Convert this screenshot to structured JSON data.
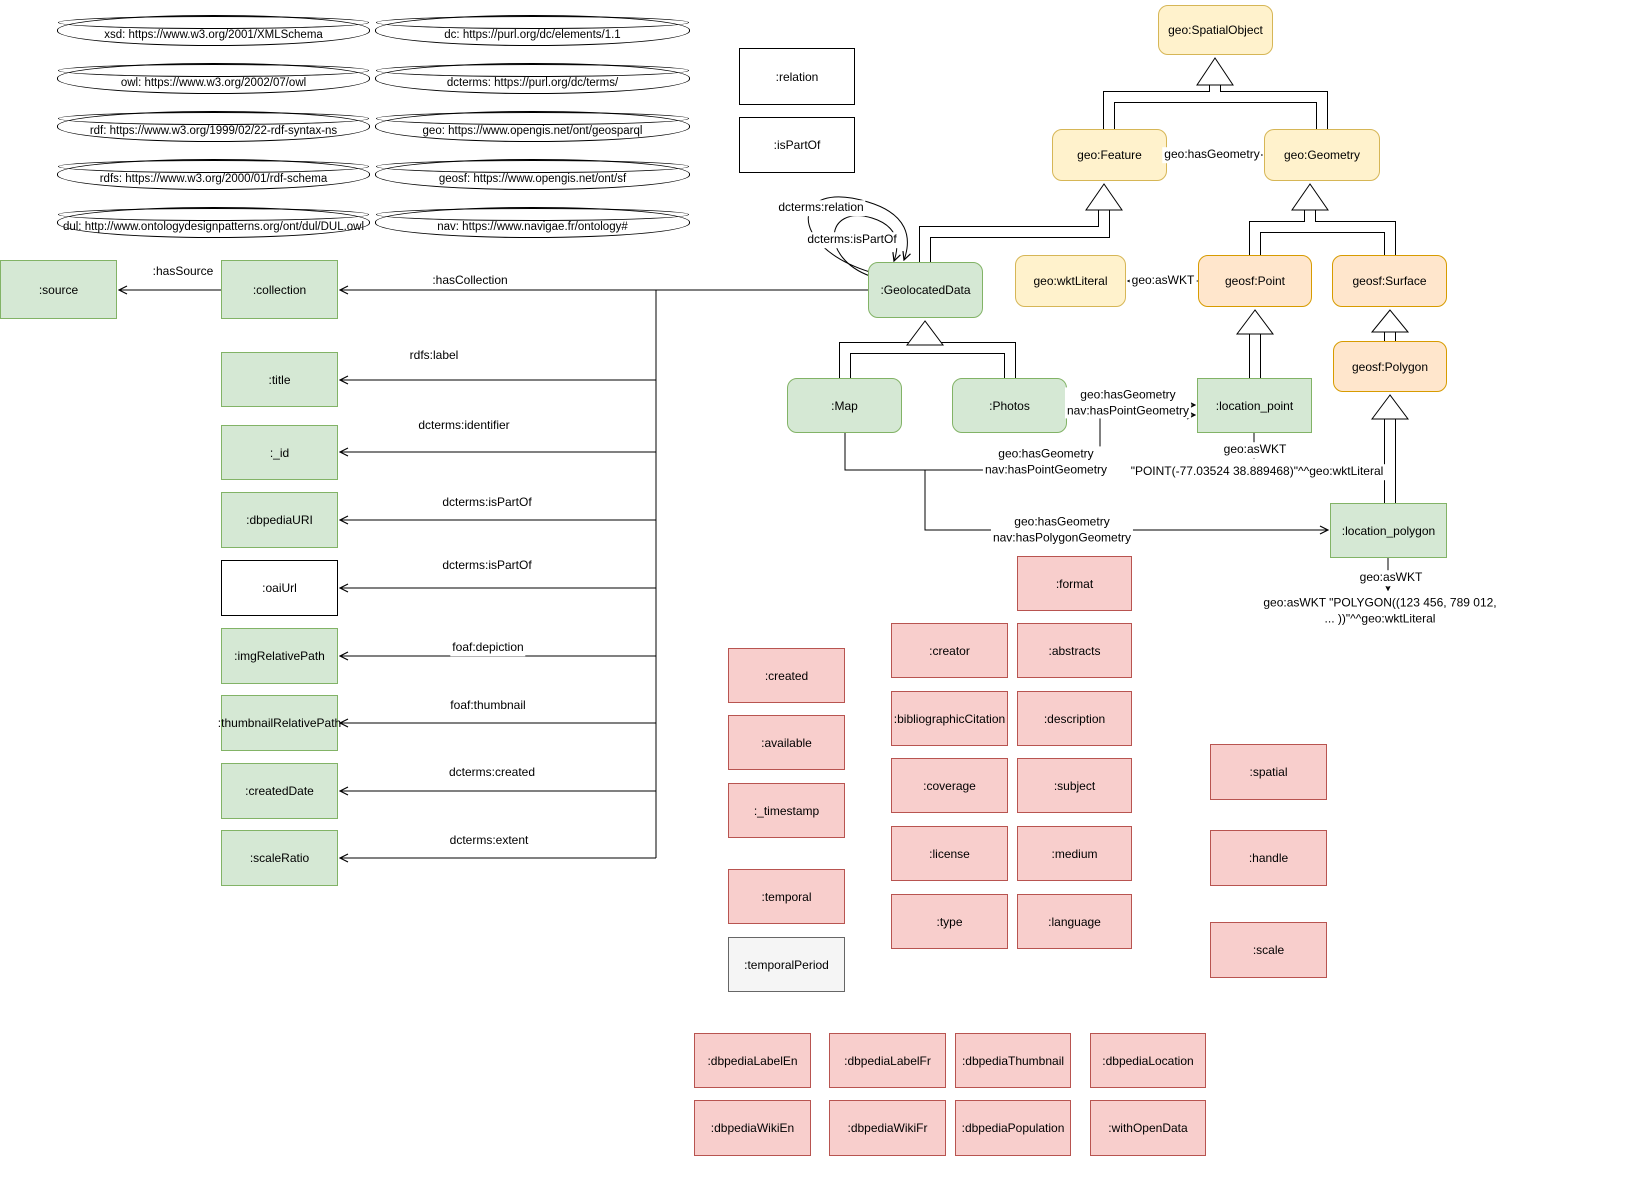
{
  "namespaces": {
    "col1": [
      "xsd: https://www.w3.org/2001/XMLSchema",
      "owl: https://www.w3.org/2002/07/owl",
      "rdf: https://www.w3.org/1999/02/22-rdf-syntax-ns",
      "rdfs: https://www.w3.org/2000/01/rdf-schema",
      "dul: http://www.ontologydesignpatterns.org/ont/dul/DUL.owl"
    ],
    "col2": [
      "dc: https://purl.org/dc/elements/1.1",
      "dcterms: https://purl.org/dc/terms/",
      "geo: https://www.opengis.net/ont/geosparql",
      "geosf: https://www.opengis.net/ont/sf",
      "nav: https://www.navigae.fr/ontology#"
    ]
  },
  "nodes": {
    "relation": ":relation",
    "isPartOf": ":isPartOf",
    "spatialObject": "geo:SpatialObject",
    "feature": "geo:Feature",
    "geometry": "geo:Geometry",
    "wktLiteral": "geo:wktLiteral",
    "point": "geosf:Point",
    "surface": "geosf:Surface",
    "polygon": "geosf:Polygon",
    "source": ":source",
    "collection": ":collection",
    "title": ":title",
    "id": ":_id",
    "dbpediaURI": ":dbpediaURI",
    "oaiUrl": ":oaiUrl",
    "imgRelativePath": ":imgRelativePath",
    "thumbnailRelativePath": ":thumbnailRelativePath",
    "createdDate": ":createdDate",
    "scaleRatio": ":scaleRatio",
    "geolocatedData": ":GeolocatedData",
    "map": ":Map",
    "photos": ":Photos",
    "locationPoint": ":location_point",
    "locationPolygon": ":location_polygon",
    "created": ":created",
    "available": ":available",
    "timestamp": ":_timestamp",
    "temporal": ":temporal",
    "temporalPeriod": ":temporalPeriod",
    "creator": ":creator",
    "bibliographicCitation": ":bibliographicCitation",
    "coverage": ":coverage",
    "license": ":license",
    "type": ":type",
    "format": ":format",
    "abstracts": ":abstracts",
    "description": ":description",
    "subject": ":subject",
    "medium": ":medium",
    "language": ":language",
    "spatial": ":spatial",
    "handle": ":handle",
    "scale": ":scale",
    "dbpediaLabelEn": ":dbpediaLabelEn",
    "dbpediaLabelFr": ":dbpediaLabelFr",
    "dbpediaThumbnail": ":dbpediaThumbnail",
    "dbpediaLocation": ":dbpediaLocation",
    "dbpediaWikiEn": ":dbpediaWikiEn",
    "dbpediaWikiFr": ":dbpediaWikiFr",
    "dbpediaPopulation": ":dbpediaPopulation",
    "withOpenData": ":withOpenData"
  },
  "edges": {
    "hasSource": ":hasSource",
    "hasCollection": ":hasCollection",
    "rdfsLabel": "rdfs:label",
    "dctermsIdentifier": "dcterms:identifier",
    "dctermsIsPartOf_dbpediaURI": "dcterms:isPartOf",
    "dctermsIsPartOf_oaiUrl": "dcterms:isPartOf",
    "foafDepiction": "foaf:depiction",
    "foafThumbnail": "foaf:thumbnail",
    "dctermsCreated": "dcterms:created",
    "dctermsExtent": "dcterms:extent",
    "dctermsRelation_loop": "dcterms:relation",
    "dctermsIsPartOf_loop": "dcterms:isPartOf",
    "geoHasGeometry": "geo:hasGeometry",
    "geoAsWKT_literal": "geo:asWKT",
    "photosGeometry": "geo:hasGeometry\nnav:hasPointGeometry",
    "mapGeometry": "geo:hasGeometry\nnav:hasPointGeometry",
    "polygonGeometry": "geo:hasGeometry\nnav:hasPolygonGeometry",
    "geoAsWKT_point": "geo:asWKT",
    "geoAsWKT_polygon": "geo:asWKT",
    "pointLiteral": "\"POINT(-77.03524 38.889468)\"^^geo:wktLiteral",
    "polygonLiteral": "geo:asWKT \"POLYGON((123 456, 789 012, ... ))\"^^geo:wktLiteral"
  }
}
